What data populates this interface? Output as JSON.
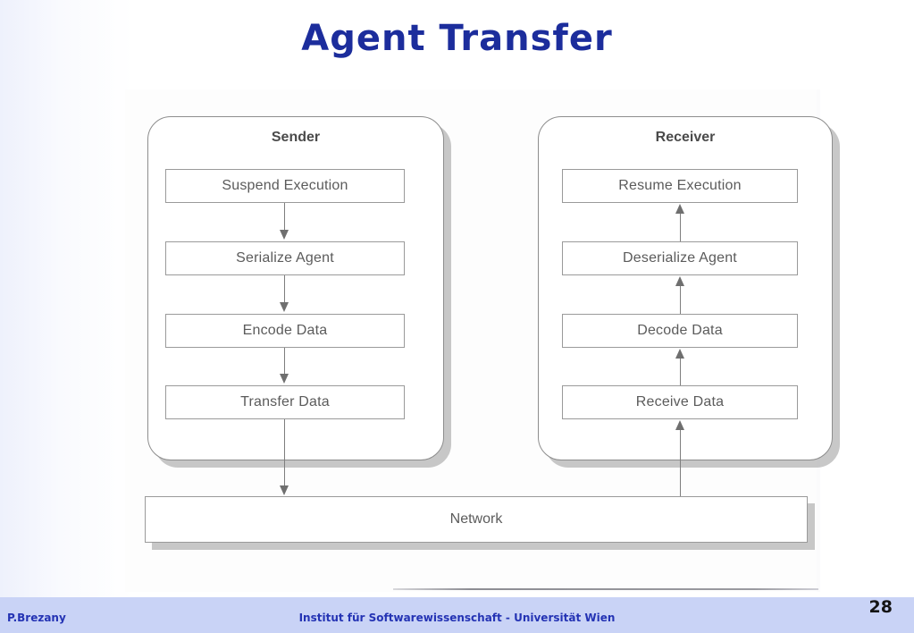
{
  "slide": {
    "title": "Agent Transfer",
    "title_color": "#1c2d9c",
    "background_color": "#c9d3f6",
    "canvas_color": "#ffffff"
  },
  "diagram": {
    "sender": {
      "title": "Sender",
      "steps": [
        {
          "label": "Suspend Execution"
        },
        {
          "label": "Serialize Agent"
        },
        {
          "label": "Encode Data"
        },
        {
          "label": "Transfer Data"
        }
      ],
      "flow_direction": "down"
    },
    "receiver": {
      "title": "Receiver",
      "steps": [
        {
          "label": "Resume Execution"
        },
        {
          "label": "Deserialize Agent"
        },
        {
          "label": "Decode Data"
        },
        {
          "label": "Receive Data"
        }
      ],
      "flow_direction": "up"
    },
    "network": {
      "label": "Network"
    },
    "line_color": "#9a9a9a",
    "text_color": "#5b5b5b"
  },
  "footer": {
    "author": "P.Brezany",
    "institute": "Institut für Softwarewissenschaft - Universität Wien",
    "page_number": "28",
    "link_color": "#2433b4"
  }
}
